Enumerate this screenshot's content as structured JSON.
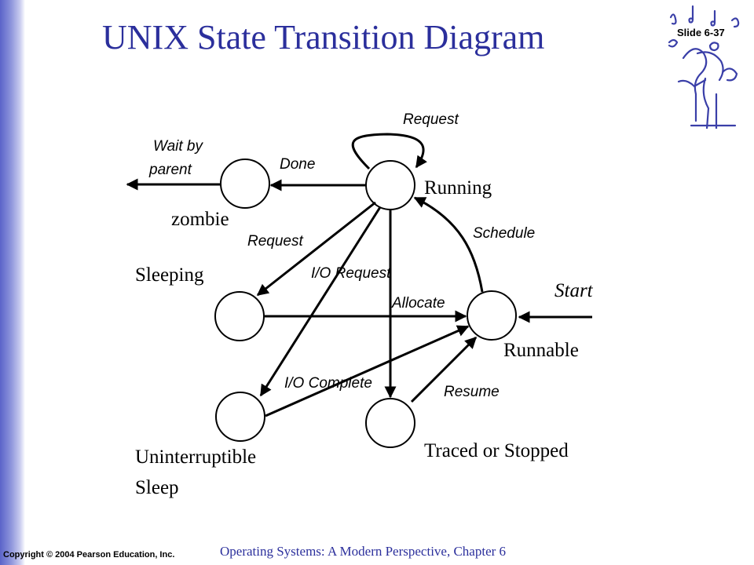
{
  "slide": {
    "title": "UNIX State Transition Diagram",
    "slide_number": "Slide 6-37",
    "copyright": "Copyright © 2004 Pearson Education, Inc.",
    "footer": "Operating Systems: A Modern Perspective, Chapter 6",
    "accent_color": "#2b2f9c",
    "logo_icon": "musician-clipart-icon"
  },
  "states": {
    "running": "Running",
    "zombie": "zombie",
    "sleeping": "Sleeping",
    "runnable": "Runnable",
    "uninterruptible_line1": "Uninterruptible",
    "uninterruptible_line2": "Sleep",
    "traced": "Traced or Stopped"
  },
  "transitions": {
    "request_self": "Request",
    "wait_line1": "Wait by",
    "wait_line2": "parent",
    "done": "Done",
    "request_sleep": "Request",
    "io_request": "I/O Request",
    "schedule": "Schedule",
    "start": "Start",
    "allocate": "Allocate",
    "io_complete": "I/O Complete",
    "resume": "Resume"
  }
}
